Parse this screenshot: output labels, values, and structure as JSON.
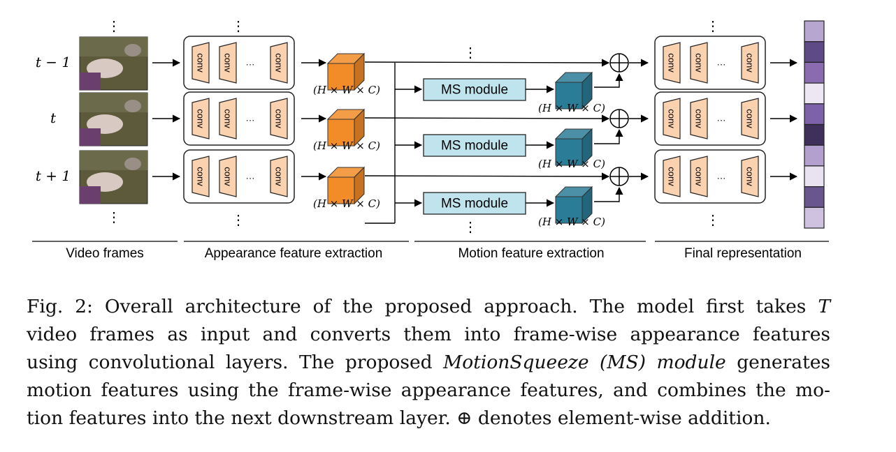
{
  "diagram": {
    "time_labels": [
      "t − 1",
      "t",
      "t + 1"
    ],
    "conv_label": "conv",
    "dots_h": "···",
    "dots_v": "⋮",
    "shape_label": "(H × W × C)",
    "ms_module_label": "MS module",
    "plus_symbol": "+",
    "sections": [
      "Video frames",
      "Appearance feature extraction",
      "Motion feature extraction",
      "Final representation"
    ],
    "colors": {
      "conv_fill": "#fbd2b0",
      "orange_cube": "#f28c28",
      "teal_cube": "#2b7c96",
      "ms_fill": "#bfe4ee",
      "rep_cells": [
        "#b7a6d0",
        "#5e4a86",
        "#8a6bb0",
        "#ede7f3",
        "#7e62a9",
        "#3e2f5b",
        "#b3a0cf",
        "#e9e3f1",
        "#6a568f",
        "#cfc2e1"
      ]
    }
  },
  "caption": {
    "l1a": "Fig. 2: Overall architecture of the proposed approach. The model first takes ",
    "l1b": "T",
    "l2": "video frames as input and converts them into frame-wise appearance features",
    "l3a": "using convolutional layers. The proposed ",
    "l3b": "MotionSqueeze (MS) module",
    "l3c": " generates",
    "l4": "motion features using the frame-wise appearance features, and combines the mo-",
    "l5": "tion features into the next downstream layer. ⊕ denotes element-wise addition."
  }
}
